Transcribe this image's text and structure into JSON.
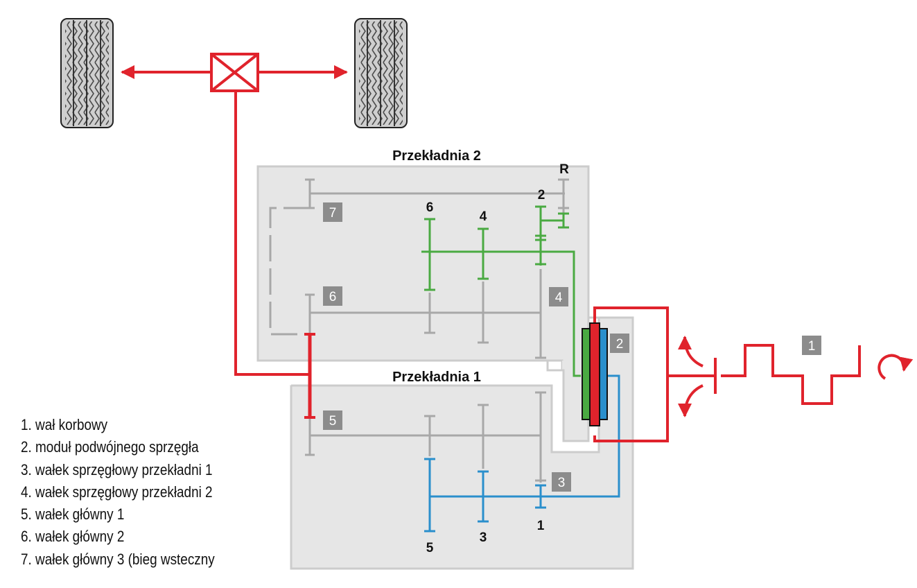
{
  "titles": {
    "gearbox2": "Przekładnia 2",
    "gearbox1": "Przekładnia 1"
  },
  "component_numbers": {
    "crankshaft": "1",
    "clutch_module": "2",
    "input_shaft_1": "3",
    "input_shaft_2": "4",
    "main_shaft_1": "5",
    "main_shaft_2": "6",
    "main_shaft_3": "7"
  },
  "gear_labels": {
    "reverse": "R",
    "gear2": "2",
    "gear6": "6",
    "gear4": "4",
    "gear5": "5",
    "gear3": "3",
    "gear1": "1"
  },
  "legend": [
    "1. wał korbowy",
    "2. moduł podwójnego sprzęgła",
    "3. wałek sprzęgłowy przekładni 1",
    "4. wałek sprzęgłowy przekładni 2",
    "5. wałek główny 1",
    "6. wałek główny 2",
    "7. wałek główny 3 (bieg wsteczny"
  ],
  "colors": {
    "engine_path": "#e0232c",
    "gearbox1_input": "#2a8fcc",
    "gearbox2_input": "#4aaa42",
    "shafts": "#a8a8a8",
    "housing_fill": "#e6e6e6",
    "housing_stroke": "#cccccc",
    "number_box": "#8c8c8c"
  }
}
